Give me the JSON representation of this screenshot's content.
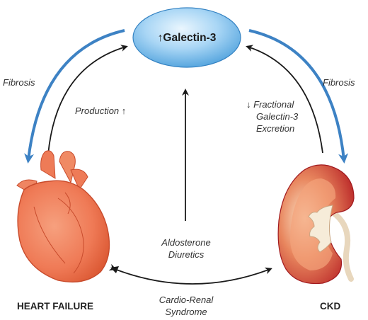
{
  "hub": {
    "prefix_arrow": "↑",
    "label": "Galectin-3"
  },
  "left_outer": {
    "label": "Fibrosis"
  },
  "right_outer": {
    "label": "Fibrosis"
  },
  "left_inner": {
    "label": "Production",
    "suffix_arrow": "↑"
  },
  "right_inner": {
    "prefix_arrow": "↓",
    "lines": [
      "Fractional",
      "Galectin-3",
      "Excretion"
    ]
  },
  "center_stem": {
    "lines": [
      "Aldosterone",
      "Diuretics"
    ]
  },
  "bottom": {
    "lines": [
      "Cardio-Renal",
      "Syndrome"
    ]
  },
  "heart": {
    "label": "HEART FAILURE"
  },
  "kidney": {
    "label": "CKD"
  },
  "colors": {
    "blue_arrow": "#3d82c4",
    "black_arrow": "#1a1a1a",
    "hub_fill_light": "#cde9fb",
    "hub_fill_dark": "#4aa3e0",
    "heart_fill": "#ef7a56",
    "kidney_fill": "#c2262a"
  }
}
